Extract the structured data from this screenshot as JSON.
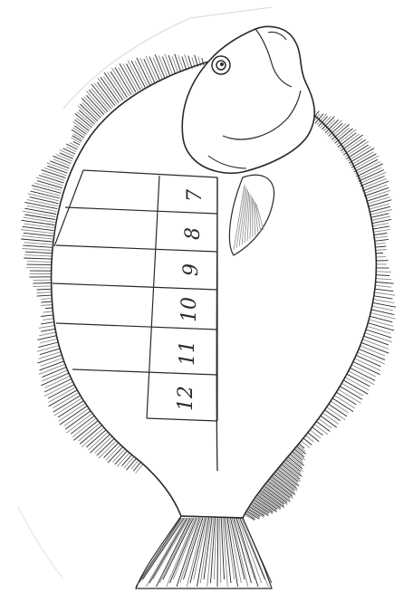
{
  "figure": {
    "zone_labels": [
      "7",
      "8",
      "9",
      "10",
      "11",
      "12"
    ]
  },
  "colors": {
    "paper": "#ffffff",
    "ink": "#2a2a2a",
    "shading": "#8a8a8a"
  }
}
